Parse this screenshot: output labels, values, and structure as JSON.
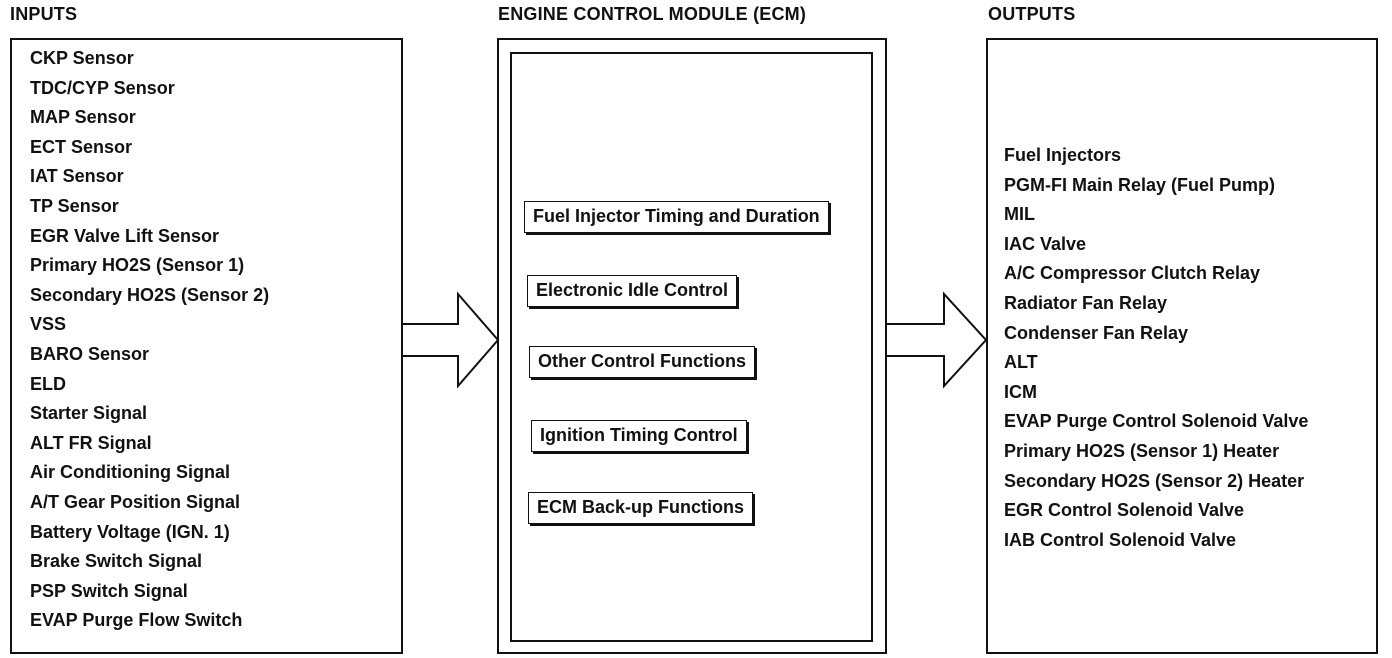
{
  "inputs": {
    "title": "INPUTS",
    "items": [
      "CKP Sensor",
      "TDC/CYP Sensor",
      "MAP Sensor",
      "ECT Sensor",
      "IAT Sensor",
      "TP Sensor",
      "EGR Valve Lift Sensor",
      "Primary HO2S (Sensor 1)",
      "Secondary HO2S (Sensor 2)",
      "VSS",
      "BARO Sensor",
      "ELD",
      "Starter Signal",
      "ALT FR Signal",
      "Air Conditioning Signal",
      "A/T Gear Position Signal",
      "Battery Voltage (IGN. 1)",
      "Brake Switch Signal",
      "PSP Switch Signal",
      "EVAP Purge Flow Switch"
    ]
  },
  "ecm": {
    "title": "ENGINE CONTROL MODULE (ECM)",
    "functions": [
      "Fuel Injector Timing and Duration",
      "Electronic Idle Control",
      "Other Control Functions",
      "Ignition Timing Control",
      "ECM Back-up Functions"
    ]
  },
  "outputs": {
    "title": "OUTPUTS",
    "items": [
      "Fuel Injectors",
      "PGM-FI Main Relay (Fuel Pump)",
      "MIL",
      "IAC Valve",
      "A/C Compressor Clutch Relay",
      "Radiator Fan Relay",
      "Condenser Fan Relay",
      "ALT",
      "ICM",
      "EVAP Purge Control Solenoid Valve",
      "Primary HO2S (Sensor 1) Heater",
      "Secondary HO2S (Sensor 2) Heater",
      "EGR Control Solenoid Valve",
      "IAB Control Solenoid Valve"
    ]
  }
}
